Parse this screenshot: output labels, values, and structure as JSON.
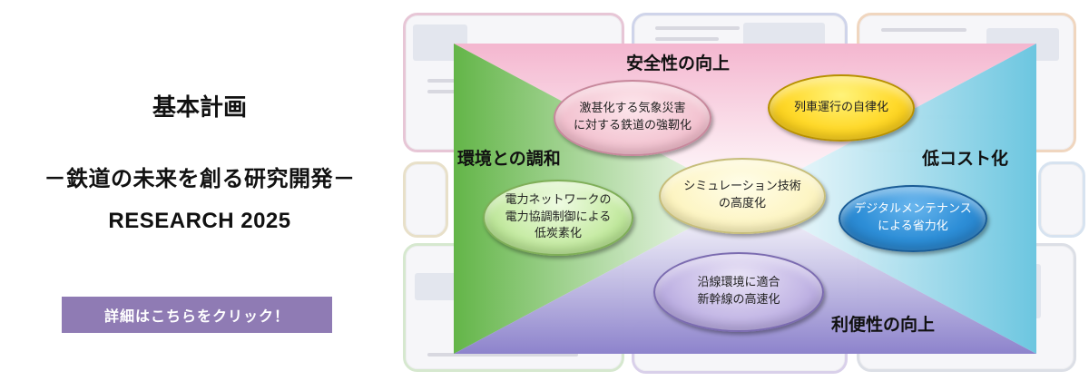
{
  "header": {
    "title": "基本計画",
    "subtitle": "－鉄道の未来を創る研究開発－",
    "plan_name": "RESEARCH 2025"
  },
  "cta": {
    "label": "詳細はこちらをクリック！"
  },
  "diagram": {
    "corners": {
      "top": "安全性の向上",
      "left": "環境との調和",
      "right": "低コスト化",
      "bottom": "利便性の向上"
    },
    "themes": [
      {
        "id": "disaster",
        "label": "激甚化する気象災害\nに対する鉄道の強靭化",
        "color": "#f3c5d2"
      },
      {
        "id": "autonomous",
        "label": "列車運行の自律化",
        "color": "#ffd92a"
      },
      {
        "id": "simulation",
        "label": "シミュレーション技術\nの高度化",
        "color": "#fdf5c4"
      },
      {
        "id": "power",
        "label": "電力ネットワークの\n電力協調制御による\n低炭素化",
        "color": "#c9eca8"
      },
      {
        "id": "maintenance",
        "label": "デジタルメンテナンス\nによる省力化",
        "color": "#2d8ed7"
      },
      {
        "id": "shinkansen",
        "label": "沿線環境に適合\n新幹線の高速化",
        "color": "#c5b9e6"
      }
    ]
  },
  "colors": {
    "accent_button": "#8f7bb4",
    "quad_top": "#f4b6cf",
    "quad_left": "#63b548",
    "quad_right": "#6cc6e0",
    "quad_bottom": "#8d83cc"
  }
}
